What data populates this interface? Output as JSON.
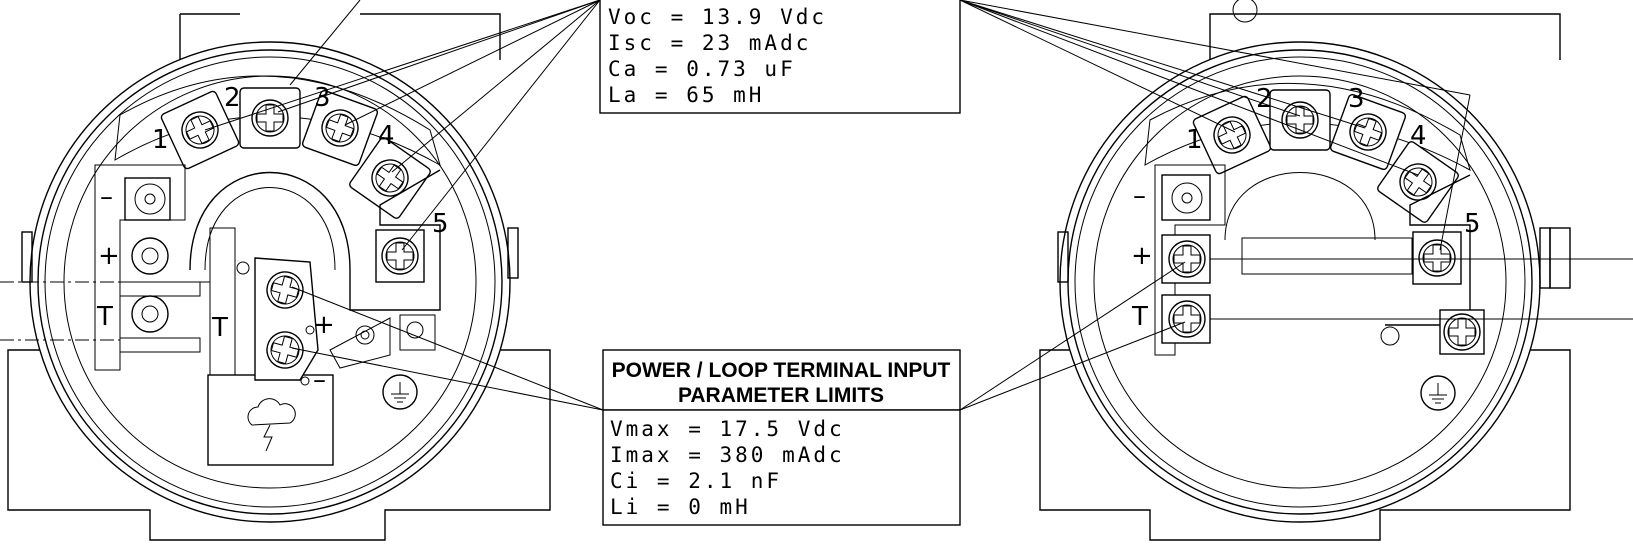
{
  "output_params": {
    "lines": [
      "Voc  =  13.9 Vdc",
      "Isc  =  23 mAdc",
      "Ca   =  0.73 uF",
      "La   =  65 mH"
    ]
  },
  "input_params": {
    "title_line1": "POWER / LOOP TERMINAL INPUT",
    "title_line2": "PARAMETER LIMITS",
    "lines": [
      "Vmax  =  17.5 Vdc",
      "Imax  =  380 mAdc",
      "Ci    =  2.1 nF",
      "Li    =  0 mH"
    ]
  },
  "left_housing": {
    "terminal_labels": [
      "1",
      "2",
      "3",
      "4",
      "5"
    ],
    "block_labels": [
      "–",
      "+",
      "T"
    ],
    "plate_labels": [
      "T",
      "+",
      "–"
    ]
  },
  "right_housing": {
    "terminal_labels": [
      "1",
      "2",
      "3",
      "4",
      "5"
    ],
    "block_labels": [
      "–",
      "+",
      "T"
    ]
  },
  "icons": [
    "screw-terminal-icon",
    "ground-symbol-icon",
    "lightning-cloud-icon"
  ]
}
